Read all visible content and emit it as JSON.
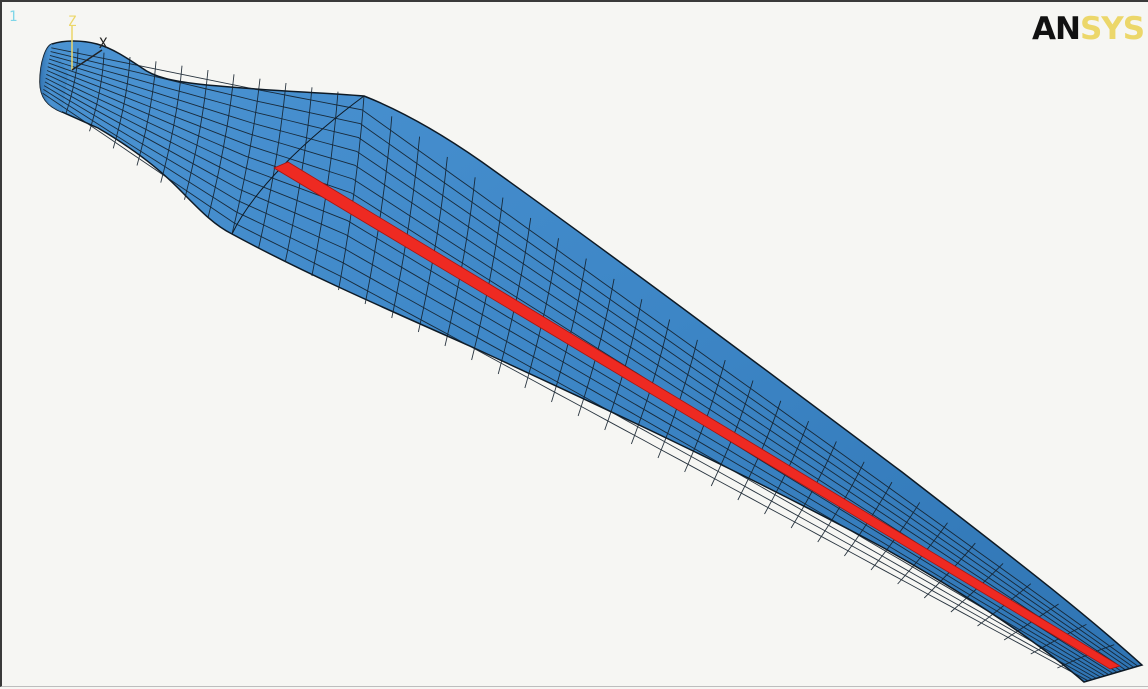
{
  "window": {
    "number": "1",
    "number_color": "#7fd6e8"
  },
  "logo": {
    "part1": "AN",
    "part2": "SYS",
    "part1_color": "#111111",
    "part2_color": "#ecd76a"
  },
  "triad": {
    "z_label": "Z",
    "x_label": "X",
    "z_color": "#ecd76a",
    "x_color": "#222222"
  },
  "model": {
    "surface_color": "#3d86c6",
    "mesh_line_color": "#13202c",
    "spar_cap_color": "#ee2a22"
  }
}
